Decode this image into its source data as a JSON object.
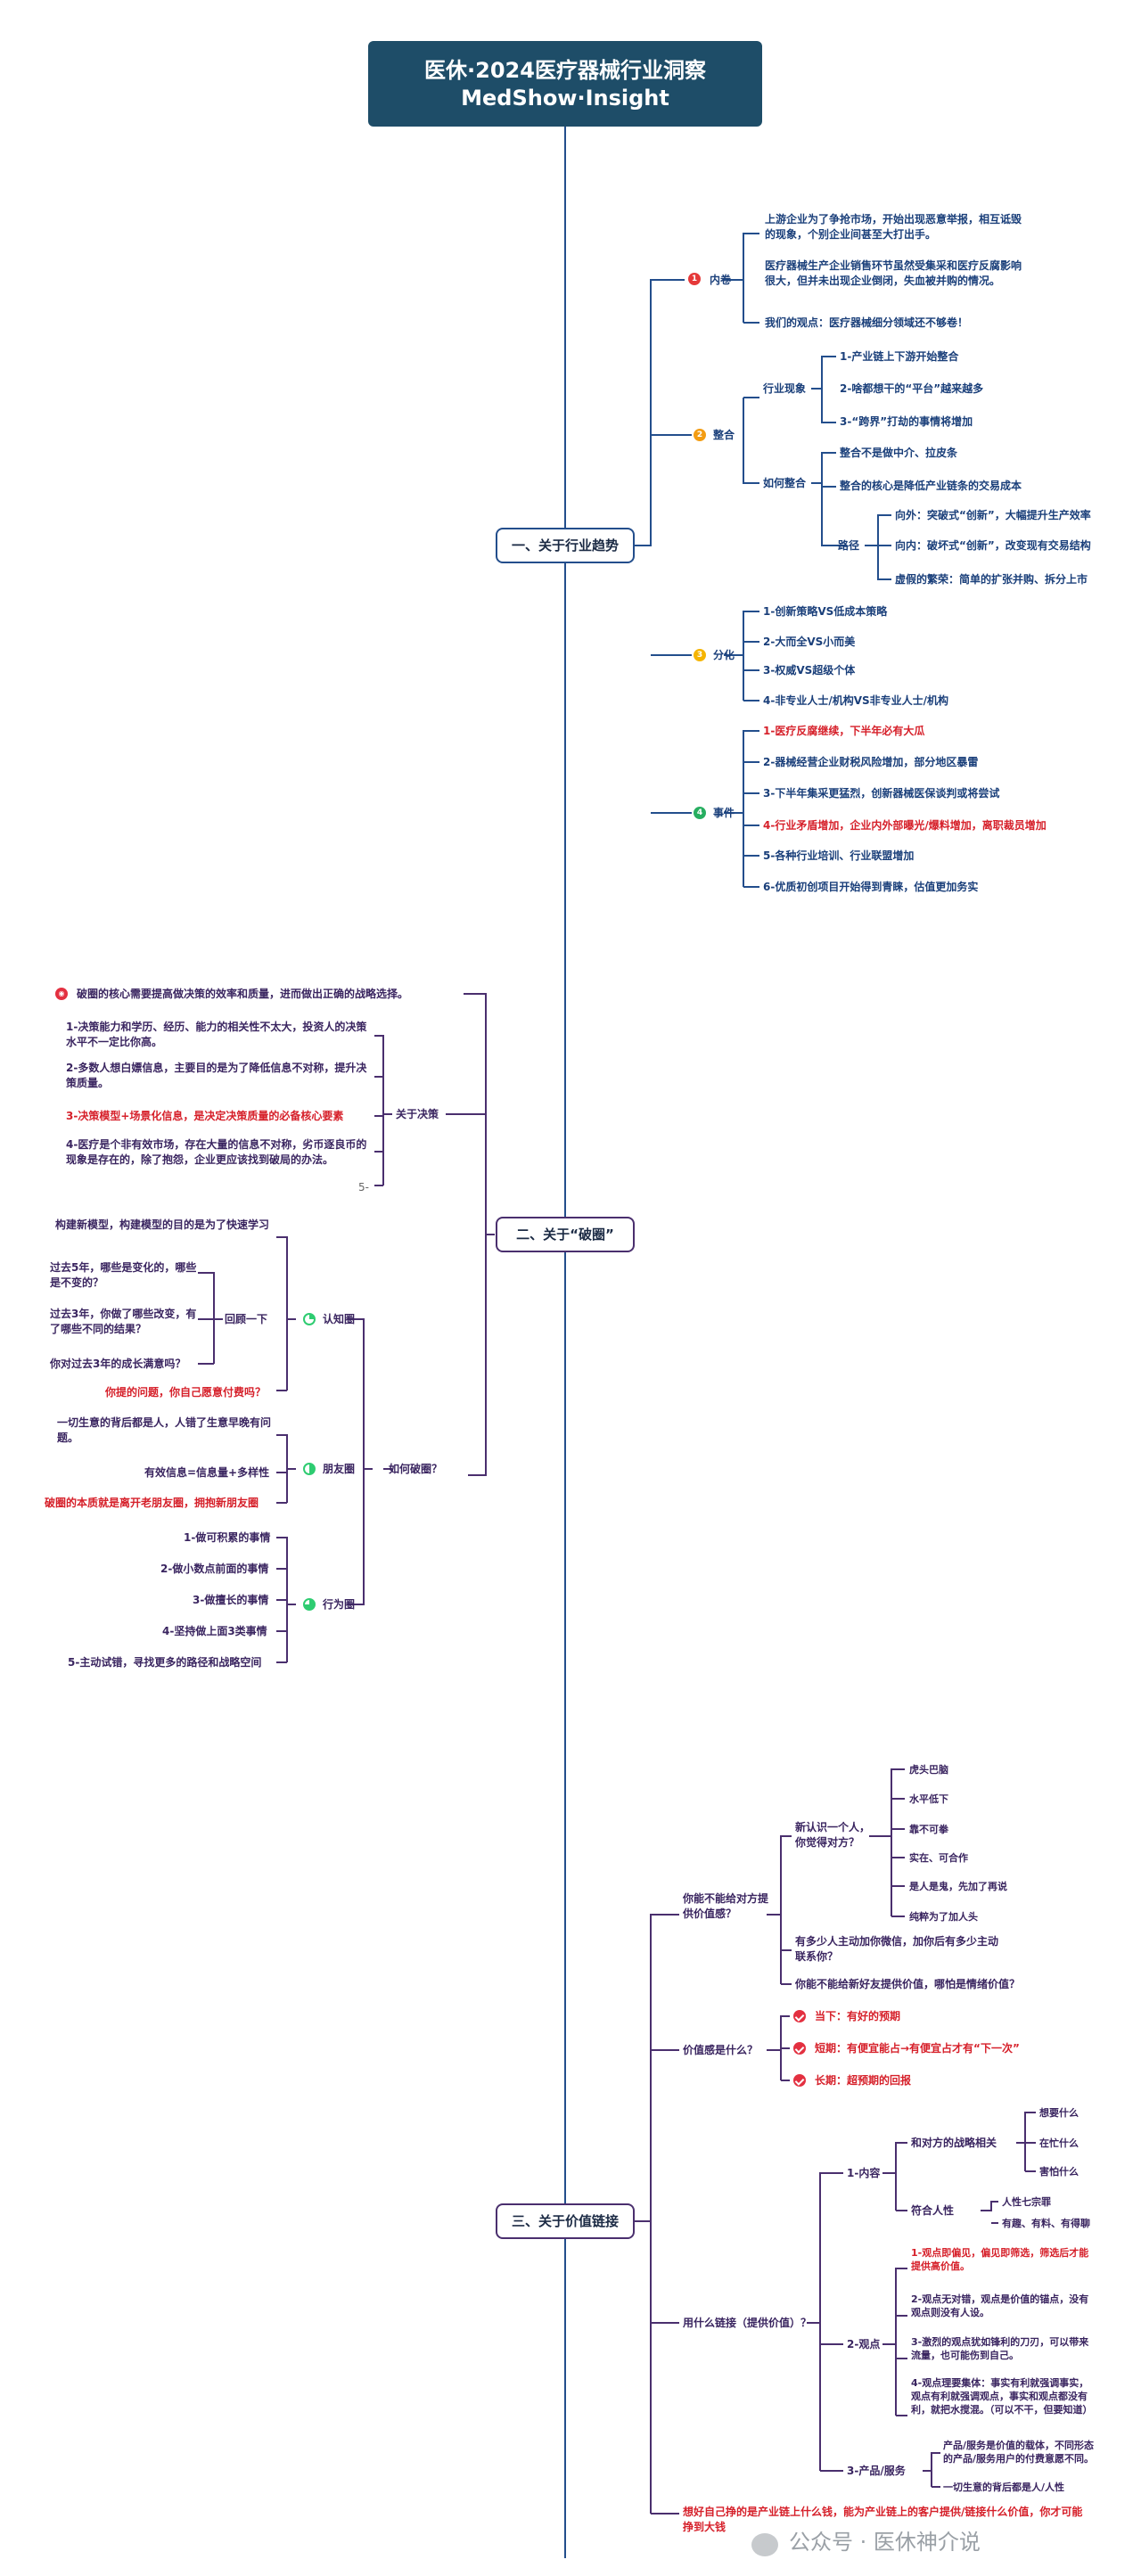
{
  "title": {
    "line1": "医休·2024医疗器械行业洞察",
    "line2": "MedShow·Insight"
  },
  "colors": {
    "blue": "#234e8c",
    "purple": "#4a2f6e",
    "red": "#d6202a",
    "title_bg": "#1e4d68"
  },
  "s1": {
    "title": "一、关于行业趋势",
    "b1": {
      "badge": "1",
      "label": "内卷",
      "items": [
        "上游企业为了争抢市场，开始出现恶意举报，相互诋毁的现象，个别企业间甚至大打出手。",
        "医疗器械生产企业销售环节虽然受集采和医疗反腐影响很大，但并未出现企业倒闭，失血被并购的情况。",
        "我们的观点：医疗器械细分领域还不够卷！"
      ]
    },
    "b2": {
      "badge": "2",
      "label": "整合",
      "xianxiang": {
        "label": "行业现象",
        "items": [
          "1-产业链上下游开始整合",
          "2-啥都想干的“平台”越来越多",
          "3-“跨界”打劫的事情将增加"
        ]
      },
      "ruhe": {
        "label": "如何整合",
        "items": [
          "整合不是做中介、拉皮条",
          "整合的核心是降低产业链条的交易成本"
        ],
        "lujing": {
          "label": "路径",
          "items": [
            "向外：突破式“创新”，大幅提升生产效率",
            "向内：破坏式“创新”，改变现有交易结构",
            "虚假的繁荣：简单的扩张并购、拆分上市"
          ]
        }
      }
    },
    "b3": {
      "badge": "3",
      "label": "分化",
      "items": [
        "1-创新策略VS低成本策略",
        "2-大而全VS小而美",
        "3-权威VS超级个体",
        "4-非专业人士/机构VS非专业人士/机构"
      ]
    },
    "b4": {
      "badge": "4",
      "label": "事件",
      "items": [
        "1-医疗反腐继续，下半年必有大瓜",
        "2-器械经营企业财税风险增加，部分地区暴雷",
        "3-下半年集采更猛烈，创新器械医保谈判或将尝试",
        "4-行业矛盾增加，企业内外部曝光/爆料增加，离职裁员增加",
        "5-各种行业培训、行业联盟增加",
        "6-优质初创项目开始得到青睐，估值更加务实"
      ]
    }
  },
  "s2": {
    "title": "二、关于“破圈”",
    "top": "破圈的核心需要提高做决策的效率和质量，进而做出正确的战略选择。",
    "juece": {
      "label": "关于决策",
      "items": [
        "1-决策能力和学历、经历、能力的相关性不太大，投资人的决策水平不一定比你高。",
        "2-多数人想白嫖信息，主要目的是为了降低信息不对称，提升决策质量。",
        "3-决策模型+场景化信息，是决定决策质量的必备核心要素",
        "4-医疗是个非有效市场，存在大量的信息不对称，劣币逐良币的现象是存在的，除了抱怨，企业更应该找到破局的办法。",
        "5-"
      ]
    },
    "ruhe": {
      "label": "如何破圈？",
      "renzhi": {
        "label": "认知圈",
        "model": "构建新模型，构建模型的目的是为了快速学习",
        "huigu": {
          "label": "回顾一下",
          "items": [
            "过去5年，哪些是变化的，哪些是不变的？",
            "过去3年，你做了哪些改变，有了哪些不同的结果？",
            "你对过去3年的成长满意吗？"
          ]
        },
        "q": "你提的问题，你自己愿意付费吗？"
      },
      "pengyou": {
        "label": "朋友圈",
        "items": [
          "一切生意的背后都是人，人错了生意早晚有问题。",
          "有效信息=信息量+多样性",
          "破圈的本质就是离开老朋友圈，拥抱新朋友圈"
        ]
      },
      "xingwei": {
        "label": "行为圈",
        "items": [
          "1-做可积累的事情",
          "2-做小数点前面的事情",
          "3-做擅长的事情",
          "4-坚持做上面3类事情",
          "5-主动试错，寻找更多的路径和战略空间"
        ]
      }
    }
  },
  "s3": {
    "title": "三、关于价值链接",
    "b1": {
      "label": "你能不能给对方提供价值感？",
      "xinrenshi": {
        "label": "新认识一个人，你觉得对方？",
        "items": [
          "虎头巴脑",
          "水平低下",
          "靠不可拳",
          "实在、可合作",
          "是人是鬼，先加了再说",
          "纯粹为了加人头"
        ]
      },
      "items": [
        "有多少人主动加你微信，加你后有多少主动联系你？",
        "你能不能给新好友提供价值，哪怕是情绪价值？"
      ]
    },
    "b2": {
      "label": "价值感是什么？",
      "items": [
        "当下：有好的预期",
        "短期：有便宜能占→有便宜占才有“下一次”",
        "长期：超预期的回报"
      ]
    },
    "b3": {
      "label": "用什么链接（提供价值）？",
      "neirong": {
        "label": "1-内容",
        "zhanlue": {
          "label": "和对方的战略相关",
          "items": [
            "想要什么",
            "在忙什么",
            "害怕什么"
          ]
        },
        "renxing": {
          "label": "符合人性",
          "qizong": "人性七宗罪",
          "items": [
            "有趣、有料、有得聊"
          ]
        }
      },
      "guandian": {
        "label": "2-观点",
        "items": [
          "1-观点即偏见，偏见即筛选，筛选后才能提供高价值。",
          "2-观点无对错，观点是价值的锚点，没有观点则没有人设。",
          "3-激烈的观点犹如锋利的刀刃，可以带来流量，也可能伤到自己。",
          "4-观点理要集体：事实有利就强调事实，观点有利就强调观点，事实和观点都没有利，就把水搅混。（可以不干，但要知道）"
        ]
      },
      "chanpin": {
        "label": "3-产品/服务",
        "items": [
          "产品/服务是价值的载体，不同形态的产品/服务用户的付费意愿不同。",
          "一切生意的背后都是人/人性"
        ]
      }
    },
    "bottom": "想好自己挣的是产业链上什么钱，能为产业链上的客户提供/链接什么价值，你才可能挣到大钱"
  },
  "watermark": "公众号 · 医休神介说"
}
